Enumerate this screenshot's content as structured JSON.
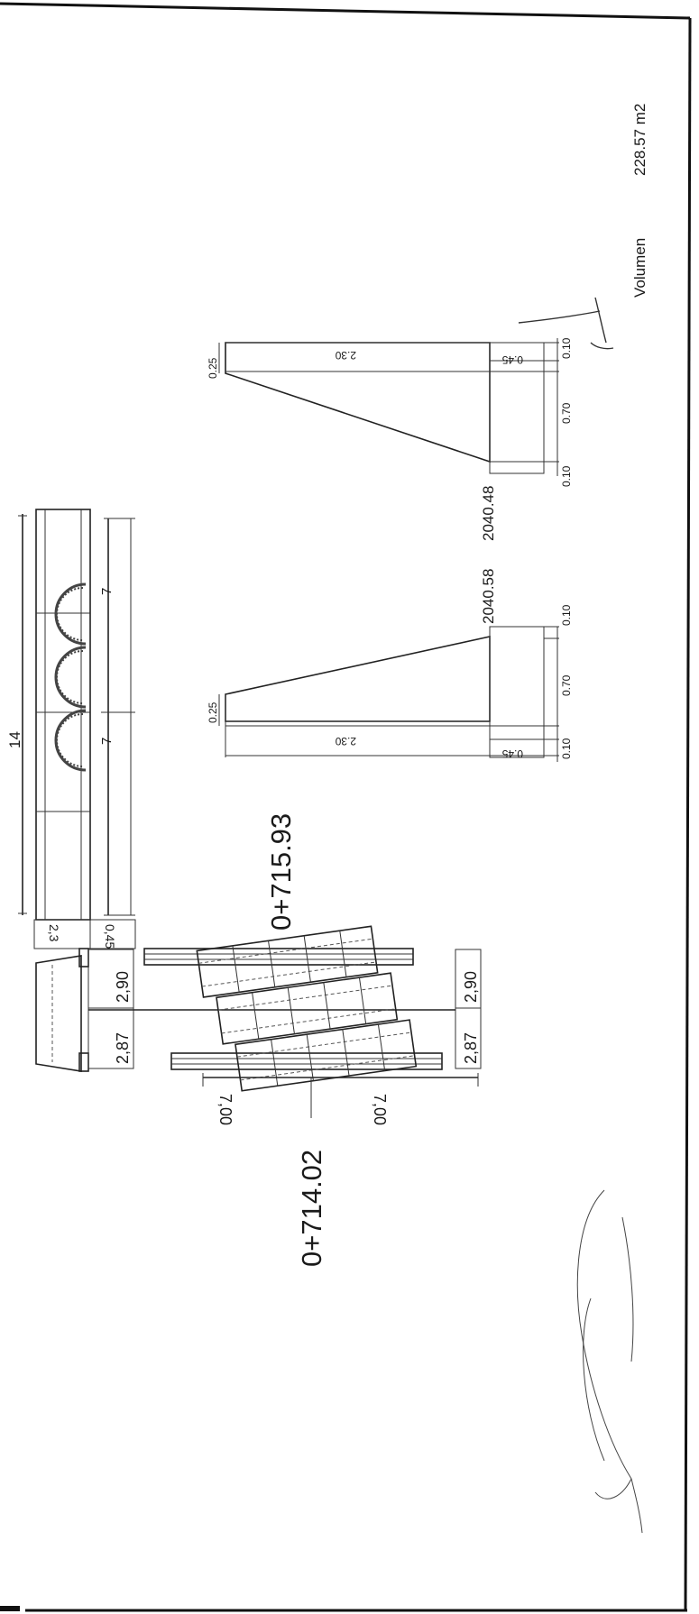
{
  "summary": {
    "label": "Volumen",
    "value": "228.57 m2"
  },
  "plan": {
    "station_upper": "0+715.93",
    "station_lower": "0+714.02",
    "dims_top": [
      "2,87",
      "2,90"
    ],
    "dims_bottom": [
      "2,87",
      "2,90"
    ],
    "dims_side": [
      "7,00",
      "7,00"
    ]
  },
  "pipe_section": {
    "total_length": "14",
    "half_left": "7",
    "half_right": "7",
    "left_dims": [
      "2,3",
      "0,45"
    ]
  },
  "wall_left": {
    "elevation": "2040.58",
    "top_width": "0.25",
    "height": "2.30",
    "footing_height": "0.45",
    "footing_dims": [
      "0.10",
      "0.70",
      "0.10"
    ]
  },
  "wall_right": {
    "elevation": "2040.48",
    "top_width": "0.25",
    "height": "2.30",
    "footing_height": "0.45",
    "footing_dims": [
      "0.10",
      "0.70",
      "0.10"
    ]
  }
}
